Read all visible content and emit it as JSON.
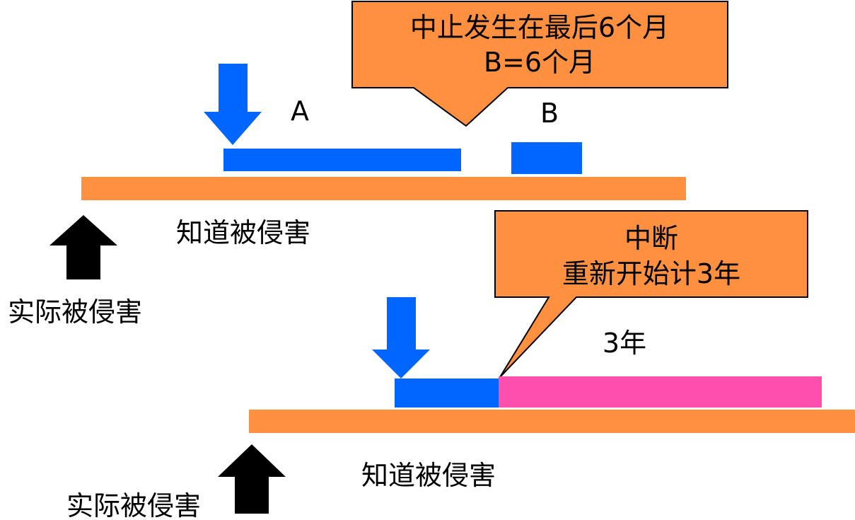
{
  "colors": {
    "orange": "#ff9040",
    "blue": "#0066ff",
    "pink": "#ff4fae",
    "black": "#000000",
    "callout_border": "#000000"
  },
  "icons": {
    "blue_arrow": "arrow-down-icon",
    "black_arrow": "arrow-up-icon"
  },
  "top": {
    "label_a": "A",
    "label_b": "B",
    "known_label": "知道被侵害",
    "actual_label": "实际被侵害",
    "callout": {
      "line1": "中止发生在最后6个月",
      "line2": "B=6个月"
    }
  },
  "bottom": {
    "label_3y": "3年",
    "known_label": "知道被侵害",
    "actual_label": "实际被侵害",
    "callout": {
      "line1": "中断",
      "line2": "重新开始计3年"
    }
  }
}
